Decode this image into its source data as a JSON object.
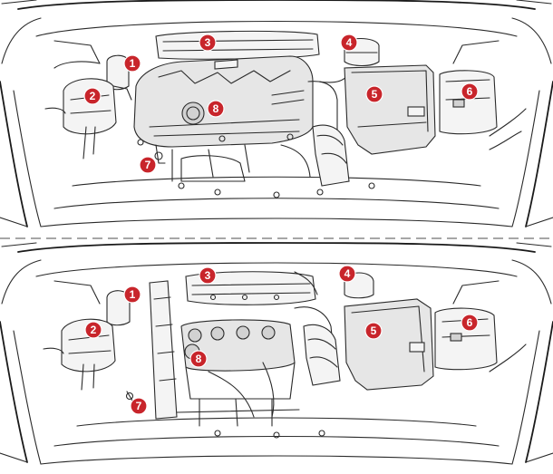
{
  "colors": {
    "callout": "#c8252b",
    "callout_text": "#ffffff",
    "line": "#2a2a2a",
    "divider": "#888888"
  },
  "panels": [
    {
      "id": "engine-top",
      "callouts": [
        "1",
        "2",
        "3",
        "4",
        "5",
        "6",
        "7",
        "8"
      ]
    },
    {
      "id": "engine-bottom",
      "callouts": [
        "1",
        "2",
        "3",
        "4",
        "5",
        "6",
        "7",
        "8"
      ]
    }
  ]
}
